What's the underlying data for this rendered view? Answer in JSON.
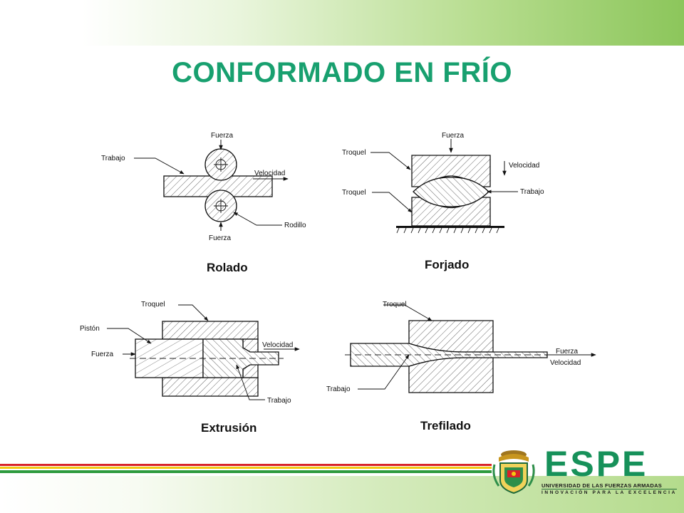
{
  "slide": {
    "title": "CONFORMADO EN FRÍO",
    "title_color": "#18a06f"
  },
  "diagram": {
    "rolado": {
      "caption": "Rolado",
      "labels": {
        "fuerza_top": "Fuerza",
        "trabajo": "Trabajo",
        "velocidad": "Velocidad",
        "rodillo": "Rodillo",
        "fuerza_bottom": "Fuerza"
      }
    },
    "forjado": {
      "caption": "Forjado",
      "labels": {
        "fuerza": "Fuerza",
        "troquel_top": "Troquel",
        "velocidad": "Velocidad",
        "troquel_bottom": "Troquel",
        "trabajo": "Trabajo"
      }
    },
    "extrusion": {
      "caption": "Extrusión",
      "labels": {
        "troquel": "Troquel",
        "piston": "Pistón",
        "fuerza": "Fuerza",
        "velocidad": "Velocidad",
        "trabajo": "Trabajo"
      }
    },
    "trefilado": {
      "caption": "Trefilado",
      "labels": {
        "troquel": "Troquel",
        "fuerza": "Fuerza",
        "velocidad": "Velocidad",
        "trabajo": "Trabajo"
      }
    }
  },
  "footer": {
    "logo_word": "ESPE",
    "university": "UNIVERSIDAD DE LAS FUERZAS ARMADAS",
    "slogan": "INNOVACIÓN PARA LA EXCELENCIA",
    "logo_color": "#17915a",
    "stripe_red": "#d8232a",
    "stripe_yellow": "#f2c811",
    "stripe_green": "#2e9b3f"
  }
}
